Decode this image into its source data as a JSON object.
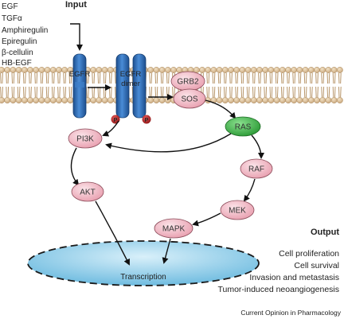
{
  "diagram": {
    "input_heading": "Input",
    "output_heading": "Output",
    "ligands": [
      "EGF",
      "TGFα",
      "Amphiregulin",
      "Epiregulin",
      "β-cellulin",
      "HB-EGF"
    ],
    "receptor_monomer": "EGFR",
    "receptor_dimer_line1": "EGFR",
    "receptor_dimer_line2": "dimer",
    "phospho_mark": "P",
    "nodes": {
      "grb2": "GRB2",
      "sos": "SOS",
      "ras": "RAS",
      "pi3k": "PI3K",
      "akt": "AKT",
      "raf": "RAF",
      "mek": "MEK",
      "mapk": "MAPK",
      "nucleus": "Transcription"
    },
    "outputs": [
      "Cell proliferation",
      "Cell survival",
      "Invasion and metastasis",
      "Tumor-induced neoangiogenesis"
    ],
    "footer": "Current Opinion in Pharmacology"
  },
  "colors": {
    "membrane_head": "#d9c09a",
    "membrane_tail": "#b8966a",
    "receptor": "#2f6fb8",
    "node_pink": "#efb9c4",
    "ras_green": "#3db84a",
    "nucleus_blue": "#7ec6e6",
    "phospho_red": "#b52020"
  }
}
